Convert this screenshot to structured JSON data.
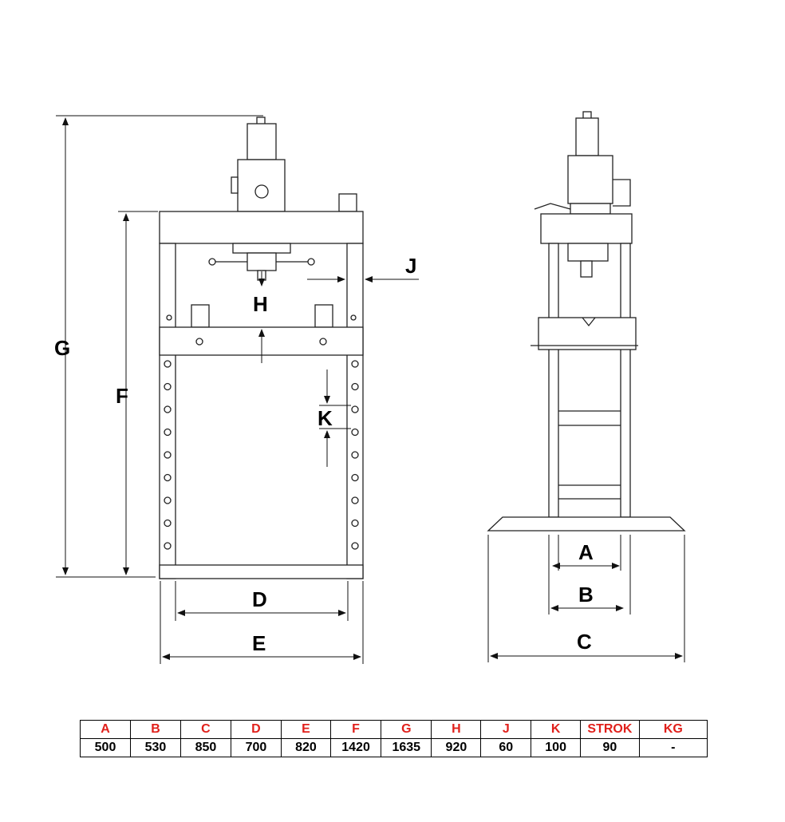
{
  "drawing": {
    "front_labels": {
      "G": "G",
      "F": "F",
      "H": "H",
      "J": "J",
      "K": "K",
      "D": "D",
      "E": "E"
    },
    "side_labels": {
      "A": "A",
      "B": "B",
      "C": "C"
    }
  },
  "colors": {
    "header_text": "#e0201b",
    "value_text": "#000000"
  },
  "table": {
    "headers": [
      "A",
      "B",
      "C",
      "D",
      "E",
      "F",
      "G",
      "H",
      "J",
      "K",
      "STROK",
      "KG"
    ],
    "values": [
      "500",
      "530",
      "850",
      "700",
      "820",
      "1420",
      "1635",
      "920",
      "60",
      "100",
      "90",
      "-"
    ]
  }
}
